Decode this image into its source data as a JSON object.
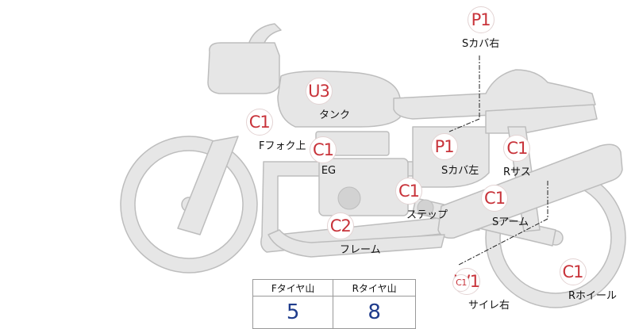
{
  "colors": {
    "body_fill": "#e6e6e6",
    "body_stroke": "#bdbdbd",
    "badge_text": "#c8333a",
    "value_text": "#1f3c8c"
  },
  "markers": [
    {
      "id": "p1-top",
      "code": "P1",
      "label": "Sカバ右"
    },
    {
      "id": "u3",
      "code": "U3",
      "label": "タンク"
    },
    {
      "id": "c1-fork",
      "code": "C1",
      "label": "Fフォク上"
    },
    {
      "id": "c1-eg",
      "code": "C1",
      "label": "EG"
    },
    {
      "id": "p1-left",
      "code": "P1",
      "label": "Sカバ左"
    },
    {
      "id": "c1-rsus",
      "code": "C1",
      "label": "Rサス"
    },
    {
      "id": "c1-step",
      "code": "C1",
      "label": "ステップ"
    },
    {
      "id": "c1-arm",
      "code": "C1",
      "label": "Sアーム"
    },
    {
      "id": "c2-frame",
      "code": "C2",
      "label": "フレーム"
    },
    {
      "id": "w1",
      "code": "W1",
      "sub_code": "C1",
      "label": "サイレ右"
    },
    {
      "id": "c1-wheel",
      "code": "C1",
      "label": "Rホイール"
    }
  ],
  "tire_table": {
    "headers": [
      "Fタイヤ山",
      "Rタイヤ山"
    ],
    "values": [
      "5",
      "8"
    ]
  }
}
